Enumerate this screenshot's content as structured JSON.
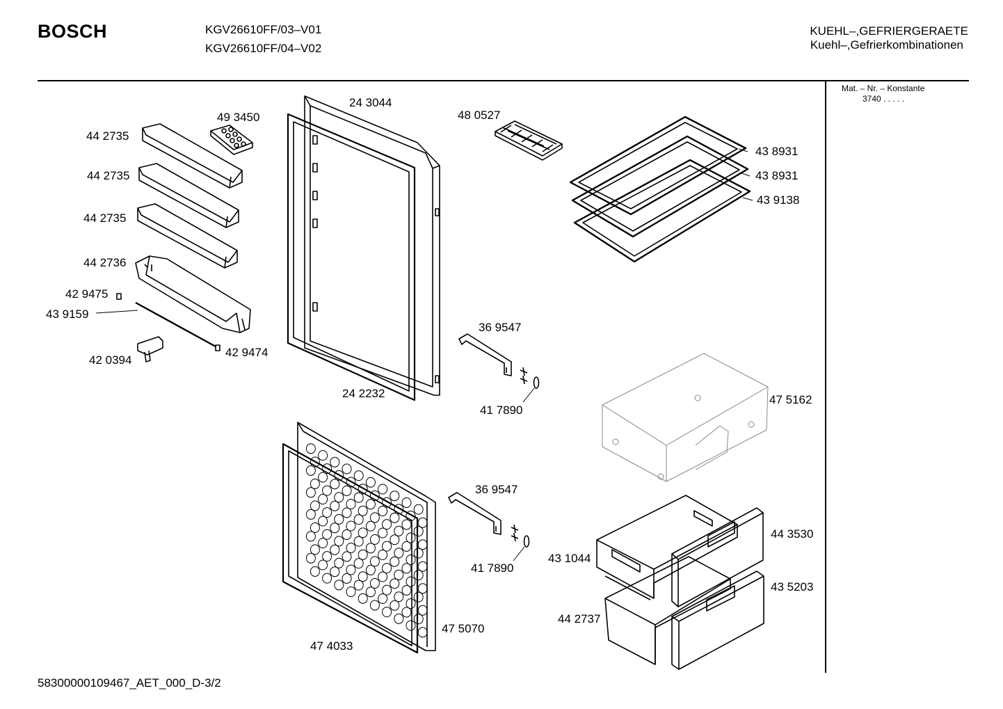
{
  "header": {
    "brand": "BOSCH",
    "models": [
      "KGV26610FF/03–V01",
      "KGV26610FF/04–V02"
    ],
    "category_title": "KUEHL–,GEFRIERGERAETE",
    "category_subtitle": "Kuehl–,Gefrierkombinationen"
  },
  "sidebar": {
    "mat_label": "Mat. – Nr. – Konstante",
    "mat_value": "3740  .  .  .  .  ."
  },
  "labels": {
    "door_bin_1": "44 2735",
    "door_bin_2": "44 2735",
    "door_bin_3": "44 2735",
    "door_bin_4": "44 2736",
    "egg_tray": "49 3450",
    "clip_top": "42 9475",
    "rod": "43 9159",
    "end_piece": "42 0394",
    "clip_bottom": "42 9474",
    "fridge_door": "24 3044",
    "fridge_gasket": "24 2232",
    "ice_tray": "48 0527",
    "shelf_1": "43 8931",
    "shelf_2": "43 8931",
    "shelf_3": "43 9138",
    "handle_top": "36 9547",
    "screws_top": "41 7890",
    "crisper": "47 5162",
    "freezer_gasket": "47 4033",
    "freezer_door": "47 5070",
    "handle_bottom": "36 9547",
    "screws_bottom": "41 7890",
    "drawer_upper": "43 1044",
    "drawer_front_upper": "44 3530",
    "drawer_front_lower": "43 5203",
    "drawer_lower": "44 2737"
  },
  "footer": {
    "document_code": "58300000109467_AET_000_D-3/2"
  }
}
